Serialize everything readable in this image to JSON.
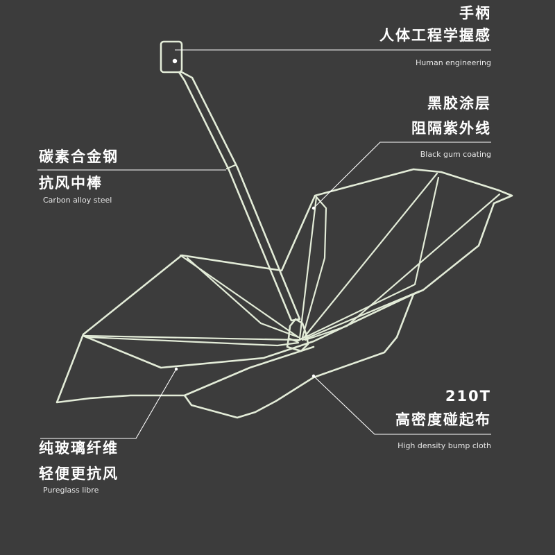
{
  "callouts": {
    "handle": {
      "title": "手柄",
      "subtitle": "人体工程学握感",
      "english": "Human engineering"
    },
    "coating": {
      "title": "黑胶涂层",
      "subtitle": "阻隔紫外线",
      "english": "Black gum coating"
    },
    "shaft": {
      "title": "碳素合金钢",
      "subtitle": "抗风中棒",
      "english": "Carbon alloy steel"
    },
    "cloth": {
      "title": "210T",
      "subtitle": "高密度碰起布",
      "english": "High density bump cloth"
    },
    "ribs": {
      "title": "纯玻璃纤维",
      "subtitle": "轻便更抗风",
      "english": "Pureglass libre"
    }
  },
  "colors": {
    "background": "#3c3c3c",
    "line_art": "#e3ecd8",
    "text": "#ffffff"
  }
}
